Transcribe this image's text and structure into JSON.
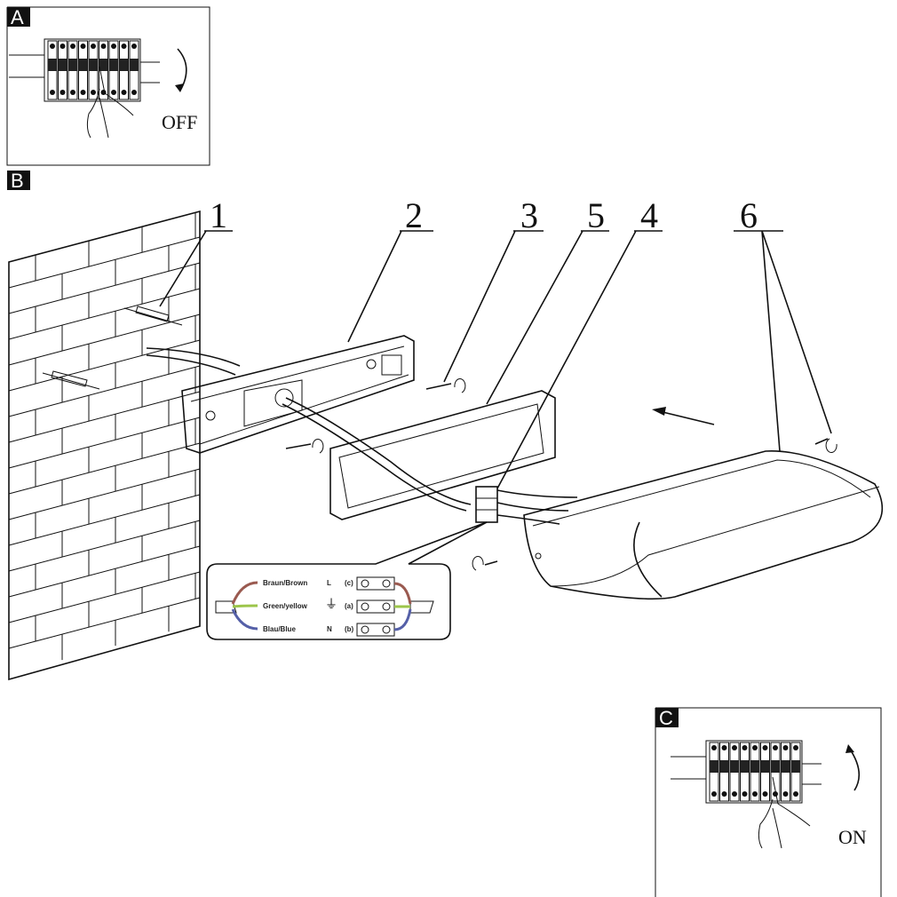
{
  "panels": {
    "a": {
      "label": "A",
      "caption": "OFF"
    },
    "b": {
      "label": "B"
    },
    "c": {
      "label": "C",
      "caption": "ON"
    }
  },
  "callouts": [
    "1",
    "2",
    "3",
    "5",
    "4",
    "6"
  ],
  "wiring": {
    "wires": [
      {
        "name": "Braun/Brown",
        "code": "L",
        "terminal": "(c)",
        "color": "#9a5a50"
      },
      {
        "name": "Green/yellow",
        "code": "earth",
        "terminal": "(a)",
        "color": "#9cc54a"
      },
      {
        "name": "Blau/Blue",
        "code": "N",
        "terminal": "(b)",
        "color": "#5560a8"
      }
    ]
  }
}
